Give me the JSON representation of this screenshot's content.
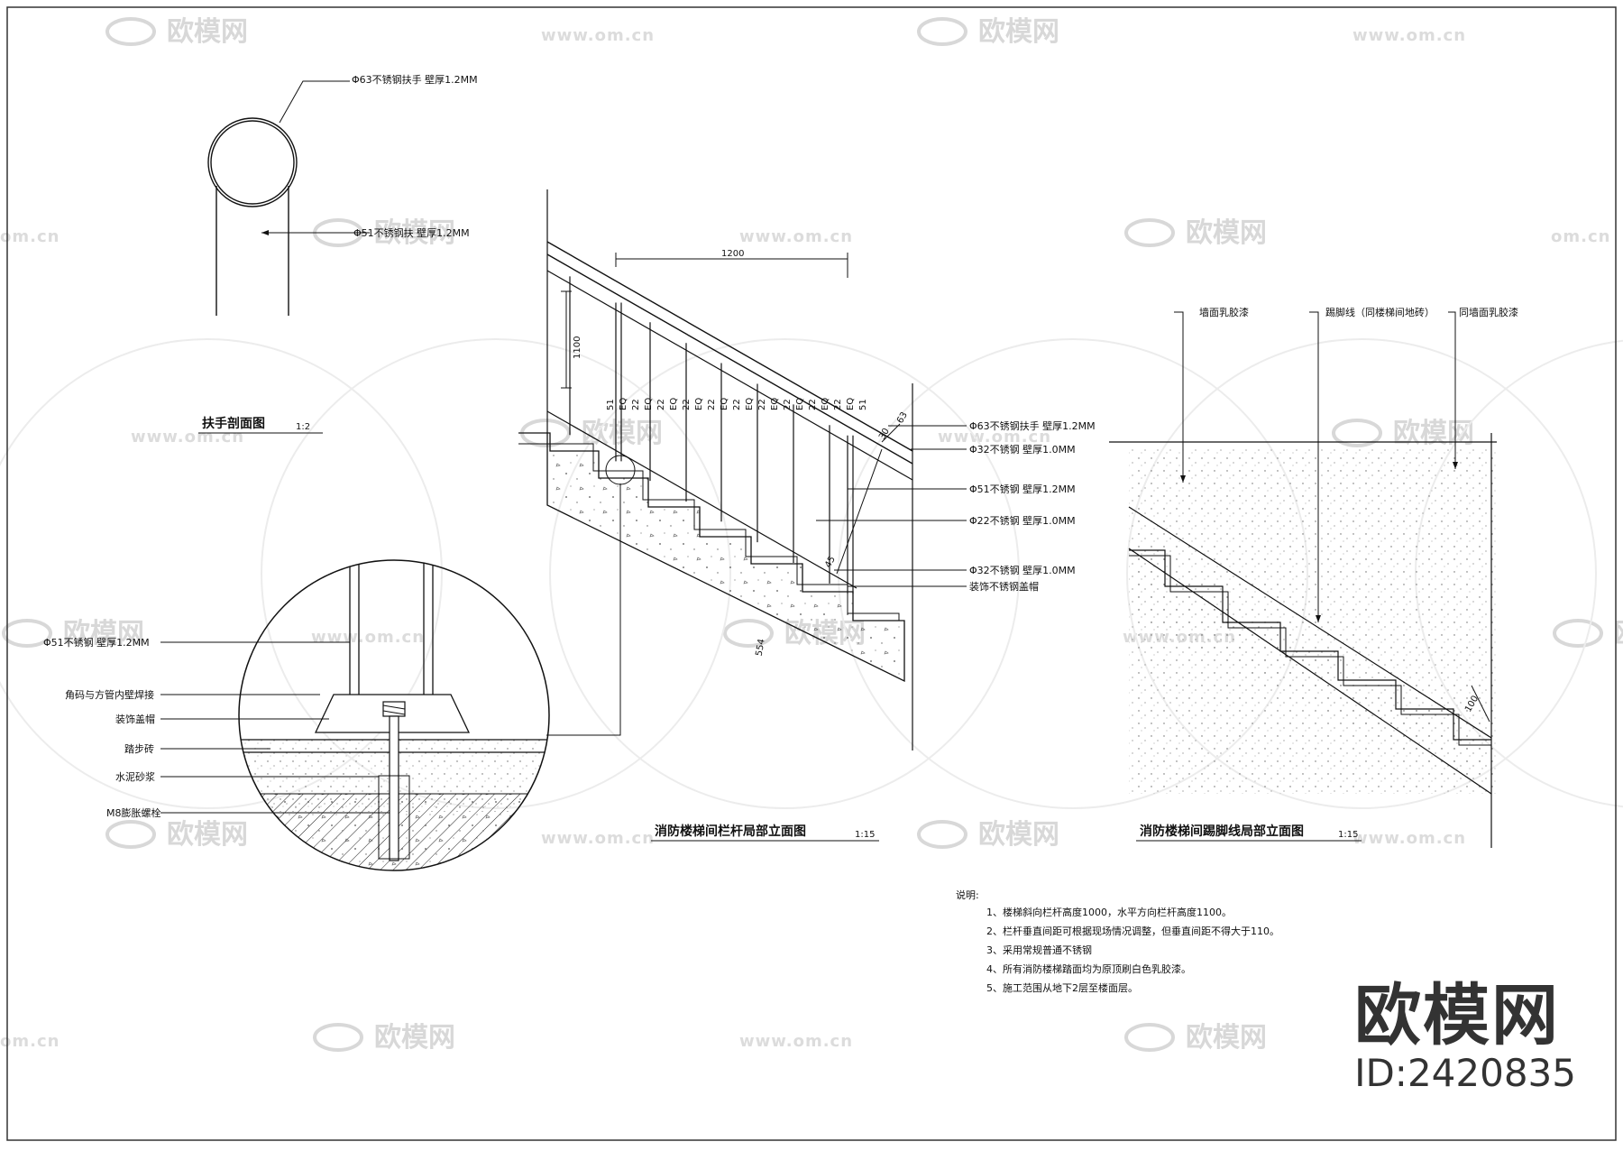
{
  "handrail_section": {
    "title": "扶手剖面图",
    "scale": "1:2",
    "labels": {
      "handrail": "Φ63不锈钢扶手  壁厚1.2MM",
      "post": "Φ51不锈钢扶  壁厚1.2MM"
    }
  },
  "detail_circle": {
    "labels": [
      "Φ51不锈钢  壁厚1.2MM",
      "角码与方管内壁焊接",
      "装饰盖帽",
      "踏步砖",
      "水泥砂浆",
      "M8膨胀螺栓"
    ]
  },
  "railing_elevation": {
    "title": "消防楼梯间栏杆局部立面图",
    "scale": "1:15",
    "dims": {
      "span": "1200",
      "height": "1100",
      "diag": "554",
      "eq_values": [
        "51",
        "EQ",
        "22",
        "EQ",
        "22",
        "EQ",
        "22",
        "EQ",
        "22",
        "EQ",
        "22",
        "EQ",
        "22",
        "EQ",
        "22",
        "EQ",
        "22",
        "EQ",
        "22",
        "EQ",
        "51"
      ],
      "small_a": "30",
      "small_b": "63",
      "small_c": "45"
    },
    "labels": [
      "Φ63不锈钢扶手  壁厚1.2MM",
      "Φ32不锈钢  壁厚1.0MM",
      "Φ51不锈钢  壁厚1.2MM",
      "Φ22不锈钢  壁厚1.0MM",
      "Φ32不锈钢  壁厚1.0MM",
      "装饰不锈钢盖帽"
    ]
  },
  "skirting_elevation": {
    "title": "消防楼梯间踢脚线局部立面图",
    "scale": "1:15",
    "dims": {
      "height": "100"
    },
    "labels": [
      "墙面乳胶漆",
      "踢脚线（同楼梯间地砖）",
      "同墙面乳胶漆"
    ]
  },
  "notes": {
    "heading": "说明:",
    "items": [
      "1、楼梯斜向栏杆高度1000，水平方向栏杆高度1100。",
      "2、栏杆垂直间距可根据现场情况调整，但垂直间距不得大于110。",
      "3、采用常规普通不锈钢",
      "4、所有消防楼梯踏面均为原顶刷白色乳胶漆。",
      "5、施工范围从地下2层至楼面层。"
    ]
  },
  "watermarks": {
    "brand_cn": "欧模网",
    "url": "www.om.cn",
    "url_short": "om.cn"
  },
  "brand_stamp": {
    "name": "欧模网",
    "id": "ID:2420835"
  },
  "colors": {
    "line": "#111111",
    "watermark": "#d8d8d8"
  }
}
